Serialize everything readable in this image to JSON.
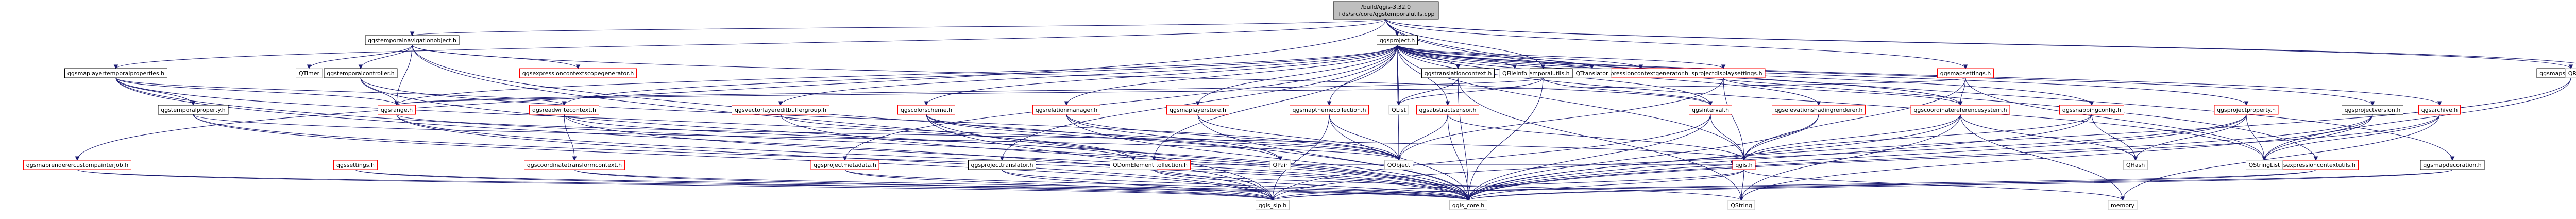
{
  "root": {
    "line1": "/build/qgis-3.32.0",
    "line2": "+ds/src/core/qgstemporalutils.cpp"
  },
  "nodes": [
    {
      "id": "qgsproject",
      "label": "qgsproject.h",
      "color": "black"
    },
    {
      "id": "qgstemporalutils",
      "label": "qgstemporalutils.h",
      "color": "black"
    },
    {
      "id": "qgstemporalnavigationobject",
      "label": "qgstemporalnavigationobject.h",
      "color": "black"
    },
    {
      "id": "qgsmaplayertemporalproperties",
      "label": "qgsmaplayertemporalproperties.h",
      "color": "black"
    },
    {
      "id": "qgsmapsettings",
      "label": "qgsmapsettings.h",
      "color": "red"
    },
    {
      "id": "qgsprojectdisplaysettings",
      "label": "qgsprojectdisplaysettings.h",
      "color": "red"
    },
    {
      "id": "qgstranslationcontext",
      "label": "qgstranslationcontext.h",
      "color": "black"
    },
    {
      "id": "qgsexpressioncontextscopegenerator",
      "label": "qgsexpressioncontextscopegenerator.h",
      "color": "red"
    },
    {
      "id": "qgstemporalcontroller",
      "label": "qgstemporalcontroller.h",
      "color": "black"
    },
    {
      "id": "qgstemporalproperty",
      "label": "qgstemporalproperty.h",
      "color": "black"
    },
    {
      "id": "qgsrange",
      "label": "qgsrange.h",
      "color": "red"
    },
    {
      "id": "qgsreadwritecontext",
      "label": "qgsreadwritecontext.h",
      "color": "red"
    },
    {
      "id": "qgsvectorlayereditbuffergroup",
      "label": "qgsvectorlayereditbuffergroup.h",
      "color": "red"
    },
    {
      "id": "qgscolorscheme",
      "label": "qgscolorscheme.h",
      "color": "red"
    },
    {
      "id": "qgsrelationmanager",
      "label": "qgsrelationmanager.h",
      "color": "red"
    },
    {
      "id": "qgsmaplayerstore",
      "label": "qgsmaplayerstore.h",
      "color": "red"
    },
    {
      "id": "qgsmapthemecollection",
      "label": "qgsmapthemecollection.h",
      "color": "red"
    },
    {
      "id": "qgsabstractsensor",
      "label": "qgsabstractsensor.h",
      "color": "red"
    },
    {
      "id": "qgsexpressioncontextgenerator",
      "label": "qgsexpressioncontextgenerator.h",
      "color": "red"
    },
    {
      "id": "qgsinterval",
      "label": "qgsinterval.h",
      "color": "red"
    },
    {
      "id": "qgselevationshadingrenderer",
      "label": "qgselevationshadingrenderer.h",
      "color": "red"
    },
    {
      "id": "qgscoordinatereferencesystem",
      "label": "qgscoordinatereferencesystem.h",
      "color": "red"
    },
    {
      "id": "qgsmaprendercustompainterjob",
      "label": "qgsmaprenderercustompainterjob.h",
      "color": "red"
    },
    {
      "id": "qgsmapsettingsutils",
      "label": "qgsmapsettingsutils.h",
      "color": "black"
    },
    {
      "id": "qgsexpressioncontextutils",
      "label": "qgsexpressioncontextutils.h",
      "color": "red"
    },
    {
      "id": "qgsprojectproperty",
      "label": "qgsprojectproperty.h",
      "color": "red"
    },
    {
      "id": "qgsprojectversion",
      "label": "qgsprojectversion.h",
      "color": "black"
    },
    {
      "id": "qgsarchive",
      "label": "qgsarchive.h",
      "color": "red"
    },
    {
      "id": "qgsmapdecoration",
      "label": "qgsmapdecoration.h",
      "color": "black"
    },
    {
      "id": "qgssnappingconfig",
      "label": "qgssnappingconfig.h",
      "color": "red"
    },
    {
      "id": "qgssettings",
      "label": "qgssettings.h",
      "color": "red"
    },
    {
      "id": "qgscoordinatetransformcontext",
      "label": "qgscoordinatetransformcontext.h",
      "color": "red"
    },
    {
      "id": "qgsprojectmetadata",
      "label": "qgsprojectmetadata.h",
      "color": "red"
    },
    {
      "id": "qgsprojecttranslator",
      "label": "qgsprojecttranslator.h",
      "color": "black"
    },
    {
      "id": "qgspropertycollection",
      "label": "qgspropertycollection.h",
      "color": "red"
    },
    {
      "id": "qgis",
      "label": "qgis.h",
      "color": "red"
    },
    {
      "id": "qgis_sip",
      "label": "qgis_sip.h",
      "color": "gray"
    },
    {
      "id": "qgis_core",
      "label": "qgis_core.h",
      "color": "gray"
    },
    {
      "id": "QObject",
      "label": "QObject",
      "color": "gray"
    },
    {
      "id": "QList",
      "label": "QList",
      "color": "gray"
    },
    {
      "id": "QTimer",
      "label": "QTimer",
      "color": "gray"
    },
    {
      "id": "QHash",
      "label": "QHash",
      "color": "gray"
    },
    {
      "id": "QDomElement",
      "label": "QDomElement",
      "color": "gray"
    },
    {
      "id": "QPair",
      "label": "QPair",
      "color": "gray"
    },
    {
      "id": "QString",
      "label": "QString",
      "color": "gray"
    },
    {
      "id": "QStringList",
      "label": "QStringList",
      "color": "gray"
    },
    {
      "id": "QFileInfo",
      "label": "QFileInfo",
      "color": "gray"
    },
    {
      "id": "QTranslator",
      "label": "QTranslator",
      "color": "gray"
    },
    {
      "id": "QRegularExpression",
      "label": "QRegularExpression",
      "color": "gray"
    },
    {
      "id": "memory",
      "label": "memory",
      "color": "gray"
    }
  ],
  "edges": [
    [
      "root",
      "qgsproject"
    ],
    [
      "root",
      "qgstemporalutils"
    ],
    [
      "root",
      "qgstemporalnavigationobject"
    ],
    [
      "root",
      "qgsmaplayertemporalproperties"
    ],
    [
      "root",
      "qgsmapsettings"
    ],
    [
      "root",
      "qgsmaprendercustompainterjob"
    ],
    [
      "root",
      "qgsexpressioncontextutils"
    ],
    [
      "root",
      "qgsmapdecoration"
    ],
    [
      "root",
      "qgsmapsettingsutils"
    ],
    [
      "root",
      "QRegularExpression"
    ],
    [
      "qgsproject",
      "qgsprojectdisplaysettings"
    ],
    [
      "qgsproject",
      "qgstranslationcontext"
    ],
    [
      "qgsproject",
      "qgsexpressioncontextgenerator"
    ],
    [
      "qgsproject",
      "qgsrange"
    ],
    [
      "qgsproject",
      "qgsreadwritecontext"
    ],
    [
      "qgsproject",
      "qgsvectorlayereditbuffergroup"
    ],
    [
      "qgsproject",
      "qgscolorscheme"
    ],
    [
      "qgsproject",
      "qgsrelationmanager"
    ],
    [
      "qgsproject",
      "qgsmaplayerstore"
    ],
    [
      "qgsproject",
      "qgsmapthemecollection"
    ],
    [
      "qgsproject",
      "qgsabstractsensor"
    ],
    [
      "qgsproject",
      "qgsinterval"
    ],
    [
      "qgsproject",
      "qgselevationshadingrenderer"
    ],
    [
      "qgsproject",
      "qgscoordinatereferencesystem"
    ],
    [
      "qgsproject",
      "qgsprojectproperty"
    ],
    [
      "qgsproject",
      "qgsprojectversion"
    ],
    [
      "qgsproject",
      "qgsarchive"
    ],
    [
      "qgsproject",
      "qgssnappingconfig"
    ],
    [
      "qgsproject",
      "qgsprojectmetadata"
    ],
    [
      "qgsproject",
      "qgsprojecttranslator"
    ],
    [
      "qgsproject",
      "qgspropertycollection"
    ],
    [
      "qgsproject",
      "qgis"
    ],
    [
      "qgsproject",
      "QFileInfo"
    ],
    [
      "qgsproject",
      "QTranslator"
    ],
    [
      "qgsproject",
      "QList"
    ],
    [
      "qgsproject",
      "QObject"
    ],
    [
      "qgsproject",
      "QStringList"
    ],
    [
      "qgstemporalnavigationobject",
      "qgstemporalcontroller"
    ],
    [
      "qgstemporalnavigationobject",
      "qgsrange"
    ],
    [
      "qgstemporalnavigationobject",
      "qgsinterval"
    ],
    [
      "qgstemporalnavigationobject",
      "qgsexpressioncontextscopegenerator"
    ],
    [
      "qgstemporalnavigationobject",
      "QTimer"
    ],
    [
      "qgstemporalnavigationobject",
      "qgis_core"
    ],
    [
      "qgstemporalnavigationobject",
      "qgis_sip"
    ],
    [
      "qgstemporalcontroller",
      "qgsrange"
    ],
    [
      "qgstemporalcontroller",
      "QObject"
    ],
    [
      "qgstemporalcontroller",
      "qgis_core"
    ],
    [
      "qgsmaplayertemporalproperties",
      "qgstemporalproperty"
    ],
    [
      "qgsmaplayertemporalproperties",
      "qgsrange"
    ],
    [
      "qgsmaplayertemporalproperties",
      "qgsreadwritecontext"
    ],
    [
      "qgsmaplayertemporalproperties",
      "qgis_core"
    ],
    [
      "qgsmaplayertemporalproperties",
      "qgis_sip"
    ],
    [
      "qgsmaplayertemporalproperties",
      "QDomElement"
    ],
    [
      "qgstemporalproperty",
      "QObject"
    ],
    [
      "qgstemporalproperty",
      "qgis_core"
    ],
    [
      "qgstemporalproperty",
      "qgis_sip"
    ],
    [
      "qgsrange",
      "qgis"
    ],
    [
      "qgsrange",
      "qgis_core"
    ],
    [
      "qgsrange",
      "qgis_sip"
    ],
    [
      "qgsreadwritecontext",
      "qgscoordinatetransformcontext"
    ],
    [
      "qgsreadwritecontext",
      "qgis_core"
    ],
    [
      "qgsreadwritecontext",
      "QDomElement"
    ],
    [
      "qgsprojectdisplaysettings",
      "qgscoordinatereferencesystem"
    ],
    [
      "qgsprojectdisplaysettings",
      "qgis"
    ],
    [
      "qgsprojectdisplaysettings",
      "QObject"
    ],
    [
      "qgsmapsettings",
      "qgscoordinatereferencesystem"
    ],
    [
      "qgsmapsettings",
      "qgsrange"
    ],
    [
      "qgsmapsettings",
      "qgis"
    ],
    [
      "qgsmapsettings",
      "QStringList"
    ],
    [
      "qgscoordinatereferencesystem",
      "qgis"
    ],
    [
      "qgscoordinatereferencesystem",
      "QHash"
    ],
    [
      "qgscoordinatereferencesystem",
      "QString"
    ],
    [
      "qgscoordinatereferencesystem",
      "qgis_core"
    ],
    [
      "qgscoordinatereferencesystem",
      "memory"
    ],
    [
      "qgsprojectproperty",
      "QHash"
    ],
    [
      "qgsprojectproperty",
      "QStringList"
    ],
    [
      "qgsprojectproperty",
      "qgis_core"
    ],
    [
      "qgsprojectproperty",
      "qgis_sip"
    ],
    [
      "qgsprojectversion",
      "QStringList"
    ],
    [
      "qgsprojectversion",
      "qgis_core"
    ],
    [
      "qgsprojectversion",
      "QString"
    ],
    [
      "qgsarchive",
      "QStringList"
    ],
    [
      "qgsarchive",
      "qgis_core"
    ],
    [
      "qgsarchive",
      "memory"
    ],
    [
      "qgsmapdecoration",
      "qgis_core"
    ],
    [
      "qgsmapdecoration",
      "qgis_sip"
    ],
    [
      "qgsexpressioncontextutils",
      "qgis_core"
    ],
    [
      "qgsexpressioncontextutils",
      "qgis_sip"
    ],
    [
      "qgsmapsettingsutils",
      "qgis_core"
    ],
    [
      "qgsmapsettingsutils",
      "QStringList"
    ],
    [
      "qgssnappingconfig",
      "qgis"
    ],
    [
      "qgssnappingconfig",
      "QHash"
    ],
    [
      "qgssnappingconfig",
      "qgis_core"
    ],
    [
      "qgselevationshadingrenderer",
      "qgis"
    ],
    [
      "qgselevationshadingrenderer",
      "qgis_core"
    ],
    [
      "qgsinterval",
      "qgis"
    ],
    [
      "qgsinterval",
      "qgis_core"
    ],
    [
      "qgsinterval",
      "qgis_sip"
    ],
    [
      "qgsabstractsensor",
      "QObject"
    ],
    [
      "qgsabstractsensor",
      "qgis"
    ],
    [
      "qgsabstractsensor",
      "qgis_core"
    ],
    [
      "qgsmapthemecollection",
      "QObject"
    ],
    [
      "qgsmapthemecollection",
      "qgis_core"
    ],
    [
      "qgsmapthemecollection",
      "qgis_sip"
    ],
    [
      "qgsmaplayerstore",
      "QObject"
    ],
    [
      "qgsmaplayerstore",
      "qgis_core"
    ],
    [
      "qgsrelationmanager",
      "QObject"
    ],
    [
      "qgsrelationmanager",
      "QPair"
    ],
    [
      "qgsrelationmanager",
      "qgis_core"
    ],
    [
      "qgscolorscheme",
      "QObject"
    ],
    [
      "qgscolorscheme",
      "QPair"
    ],
    [
      "qgscolorscheme",
      "qgis_sip"
    ],
    [
      "qgscolorscheme",
      "qgis_core"
    ],
    [
      "qgsvectorlayereditbuffergroup",
      "QObject"
    ],
    [
      "qgsvectorlayereditbuffergroup",
      "qgis_core"
    ],
    [
      "qgstranslationcontext",
      "QList"
    ],
    [
      "qgstranslationcontext",
      "QString"
    ],
    [
      "qgstranslationcontext",
      "qgis_core"
    ],
    [
      "qgspropertycollection",
      "qgis"
    ],
    [
      "qgspropertycollection",
      "qgis_core"
    ],
    [
      "qgspropertycollection",
      "QString"
    ],
    [
      "qgsprojecttranslator",
      "qgis_core"
    ],
    [
      "qgsprojecttranslator",
      "qgis_sip"
    ],
    [
      "qgsprojectmetadata",
      "qgis_core"
    ],
    [
      "qgsprojectmetadata",
      "qgis_sip"
    ],
    [
      "qgscoordinatetransformcontext",
      "qgis_core"
    ],
    [
      "qgscoordinatetransformcontext",
      "qgis_sip"
    ],
    [
      "qgssettings",
      "qgis_core"
    ],
    [
      "qgssettings",
      "qgis_sip"
    ],
    [
      "qgsmaprendercustompainterjob",
      "qgis_core"
    ],
    [
      "qgsmaprendercustompainterjob",
      "qgis_sip"
    ],
    [
      "qgis",
      "qgis_core"
    ],
    [
      "qgis",
      "qgis_sip"
    ],
    [
      "qgis",
      "QString"
    ],
    [
      "qgis",
      "memory"
    ],
    [
      "qgstemporalutils",
      "qgsrange"
    ],
    [
      "qgstemporalutils",
      "qgsinterval"
    ],
    [
      "qgstemporalutils",
      "qgis_core"
    ],
    [
      "qgstemporalutils",
      "QList"
    ]
  ]
}
